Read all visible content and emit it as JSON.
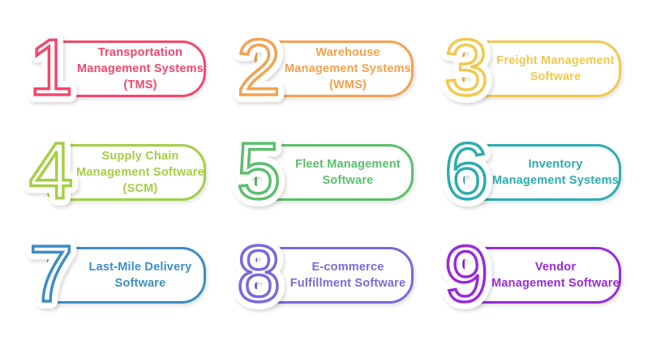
{
  "page": {
    "background": "#ffffff"
  },
  "items": [
    {
      "number": "1",
      "color": "#F4476C",
      "label_lines": [
        "Transportation",
        "Management Systems",
        "(TMS)"
      ]
    },
    {
      "number": "2",
      "color": "#F5A04E",
      "label_lines": [
        "Warehouse",
        "Management Systems",
        "(WMS)"
      ]
    },
    {
      "number": "3",
      "color": "#F1C84F",
      "label_lines": [
        "Freight Management",
        "Software"
      ]
    },
    {
      "number": "4",
      "color": "#A5CE46",
      "label_lines": [
        "Supply Chain",
        "Management Software",
        "(SCM)"
      ]
    },
    {
      "number": "5",
      "color": "#5ABF6C",
      "label_lines": [
        "Fleet Management",
        "Software"
      ]
    },
    {
      "number": "6",
      "color": "#2BACB1",
      "label_lines": [
        "Inventory",
        "Management Systems"
      ]
    },
    {
      "number": "7",
      "color": "#3A8DC8",
      "label_lines": [
        "Last-Mile Delivery",
        "Software"
      ]
    },
    {
      "number": "8",
      "color": "#7B68DB",
      "label_lines": [
        "E-commerce",
        "Fulfillment Software"
      ]
    },
    {
      "number": "9",
      "color": "#982ADC",
      "label_lines": [
        "Vendor",
        "Management Software"
      ]
    }
  ]
}
